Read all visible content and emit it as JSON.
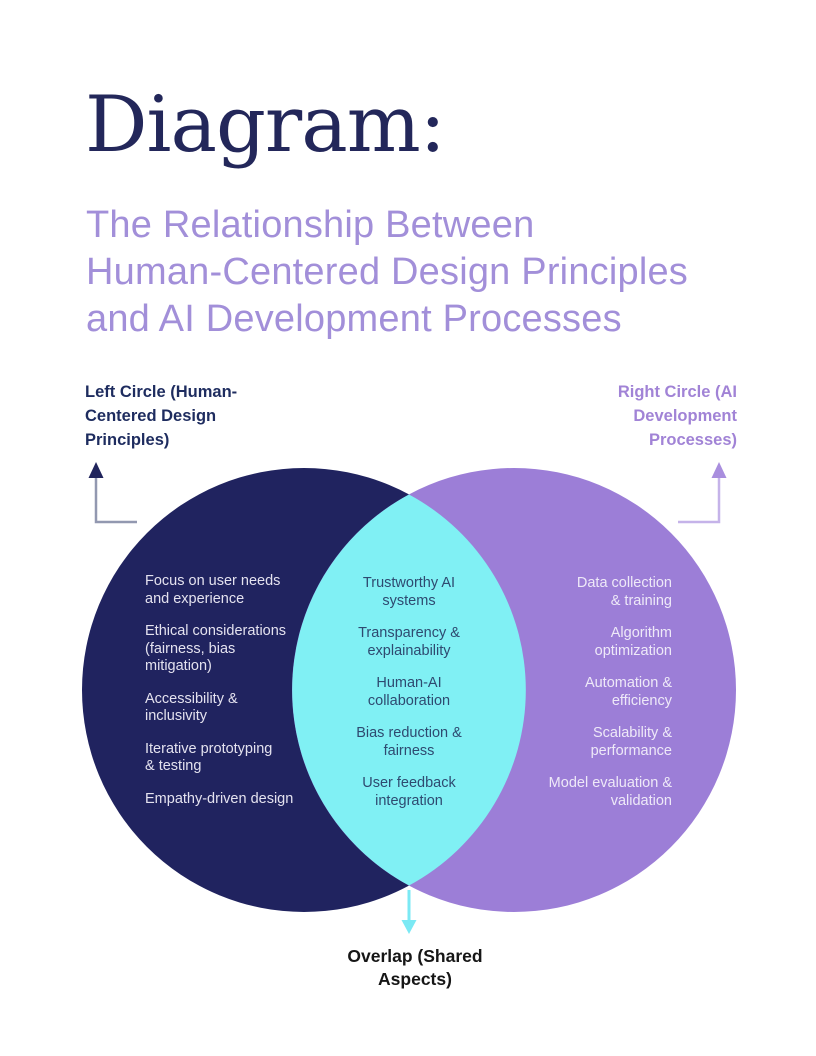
{
  "title": "Diagram:",
  "subtitle": "The Relationship Between\nHuman-Centered Design Principles\nand AI Development Processes",
  "colors": {
    "navy_circle": "#20235f",
    "purple_circle": "#9c7ed7",
    "overlap_cyan": "#80f0f4",
    "left_arrow_line": "#9298b0",
    "left_arrow_head": "#20245c",
    "right_arrow_line": "#c5b3e9",
    "right_arrow_head": "#a98ede",
    "overlap_arrow": "#7be9f4"
  },
  "venn": {
    "left": {
      "label": "Left Circle (Human-\nCentered Design\nPrinciples)",
      "items": {
        "0": "Focus on user needs\nand experience",
        "1": "Ethical considerations\n(fairness, bias\nmitigation)",
        "2": "Accessibility &\ninclusivity",
        "3": "Iterative prototyping\n& testing",
        "4": "Empathy-driven design"
      }
    },
    "overlap": {
      "label": "Overlap (Shared\nAspects)",
      "items": {
        "0": "Trustworthy AI\nsystems",
        "1": "Transparency &\nexplainability",
        "2": "Human-AI\ncollaboration",
        "3": "Bias reduction &\nfairness",
        "4": "User feedback\nintegration"
      }
    },
    "right": {
      "label": "Right Circle (AI\nDevelopment\nProcesses)",
      "items": {
        "0": "Data collection\n& training",
        "1": "Algorithm\noptimization",
        "2": "Automation &\nefficiency",
        "3": "Scalability &\nperformance",
        "4": "Model evaluation &\nvalidation"
      }
    }
  }
}
